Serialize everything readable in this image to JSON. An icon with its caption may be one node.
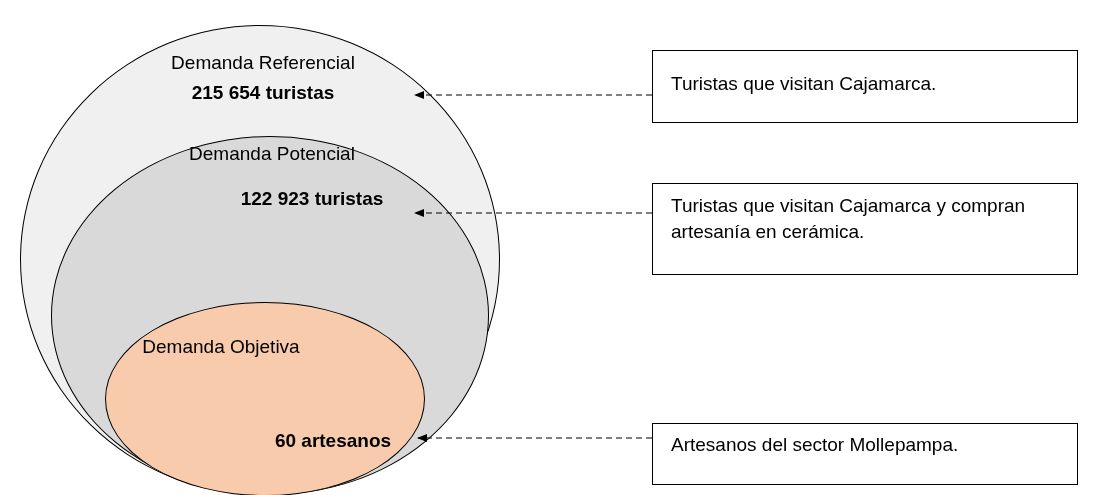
{
  "diagram": {
    "nodes": [
      {
        "text": [
          "Demanda Referencial",
          "215 654 turistas"
        ]
      },
      {
        "text": [
          "Demanda Potencial",
          "122 923 turistas"
        ],
        "in": 0
      },
      {
        "text": [
          "Demanda Objetiva",
          "60 artesanos"
        ],
        "in": 1
      },
      {
        "text": [
          "Turistas que visitan Cajamarca."
        ]
      },
      {
        "text": [
          "Turistas que visitan Cajamarca y compran artesanía en cerámica."
        ]
      },
      {
        "text": [
          "Artesanos del sector Mollepampa."
        ]
      }
    ],
    "edges": [
      {
        "from": 3,
        "to": 0,
        "arrow": "to",
        "style": "dashed"
      },
      {
        "from": 4,
        "to": 1,
        "arrow": "to",
        "style": "dashed"
      },
      {
        "from": 5,
        "to": 2,
        "arrow": "to",
        "style": "dashed"
      }
    ]
  }
}
